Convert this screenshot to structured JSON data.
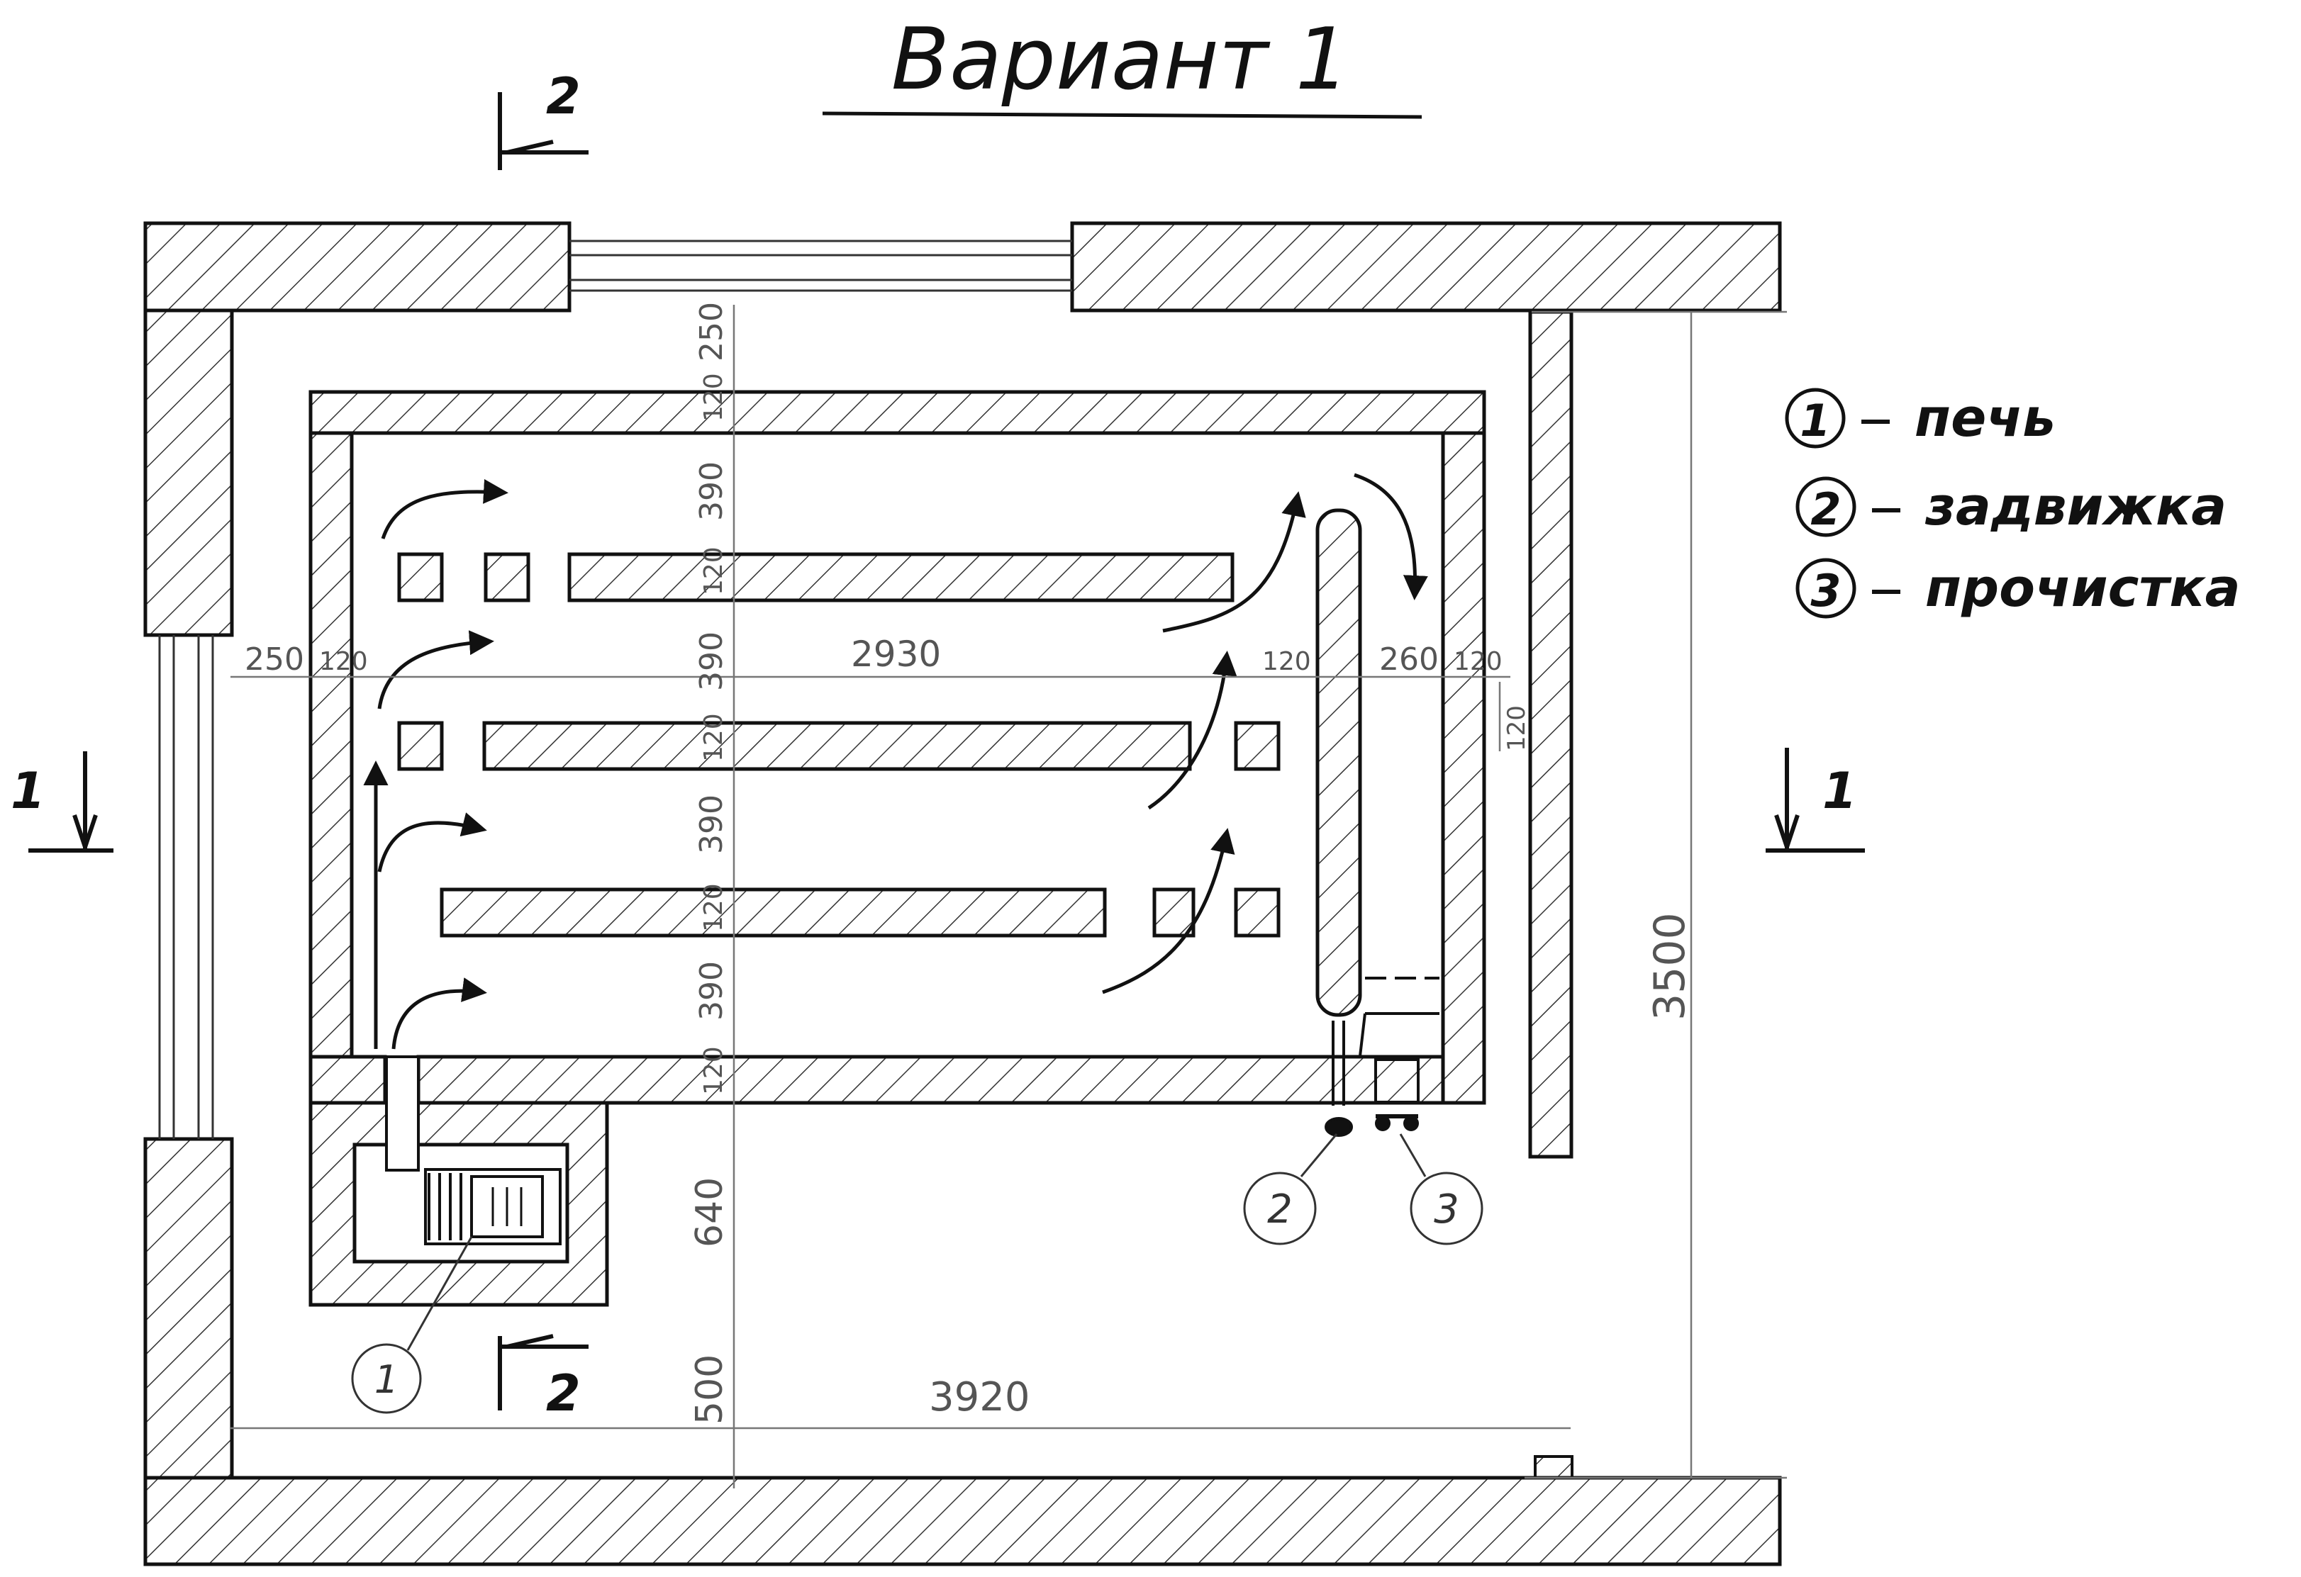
{
  "title": "Вариант 1",
  "legend": [
    {
      "num": "1",
      "label": "печь"
    },
    {
      "num": "2",
      "label": "задвижка"
    },
    {
      "num": "3",
      "label": "прочистка"
    }
  ],
  "section_marks": {
    "s1": "1",
    "s2": "2"
  },
  "dimensions": {
    "d250_top": "250",
    "d120_top": "120",
    "d390_1": "390",
    "d120_2": "120",
    "d390_2": "390",
    "d120_3": "120",
    "d390_3": "390",
    "d120_4": "120",
    "d390_4": "390",
    "d120_5": "120",
    "d640": "640",
    "d500": "500",
    "d250_left": "250",
    "d120_left": "120",
    "d2930": "2930",
    "d120_mid": "120",
    "d260": "260",
    "d120_right": "120",
    "d120_outer": "120",
    "d3500": "3500",
    "d3920": "3920"
  },
  "callouts": {
    "c1": "1",
    "c2": "2",
    "c3": "3"
  },
  "colors": {
    "ink": "#111111",
    "hatch": "#333333",
    "pencil": "#777777"
  }
}
